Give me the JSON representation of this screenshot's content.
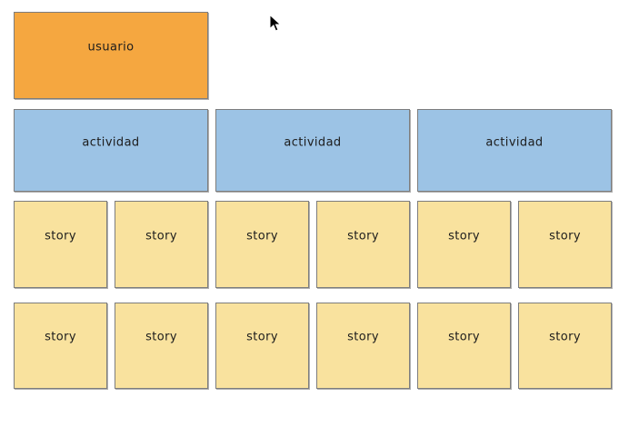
{
  "board": {
    "user_card": {
      "label": "usuario"
    },
    "activity_cards": [
      {
        "label": "actividad"
      },
      {
        "label": "actividad"
      },
      {
        "label": "actividad"
      }
    ],
    "story_rows": [
      [
        "story",
        "story",
        "story",
        "story",
        "story",
        "story"
      ],
      [
        "story",
        "story",
        "story",
        "story",
        "story",
        "story"
      ]
    ],
    "colors": {
      "user_fill": "#f5a740",
      "activity_fill": "#9cc3e5",
      "story_fill": "#f9e29e",
      "card_border": "#7d7d7d",
      "text": "#1c1c1c",
      "background": "#ffffff"
    }
  },
  "cursor": {
    "icon": "arrow-pointer"
  }
}
